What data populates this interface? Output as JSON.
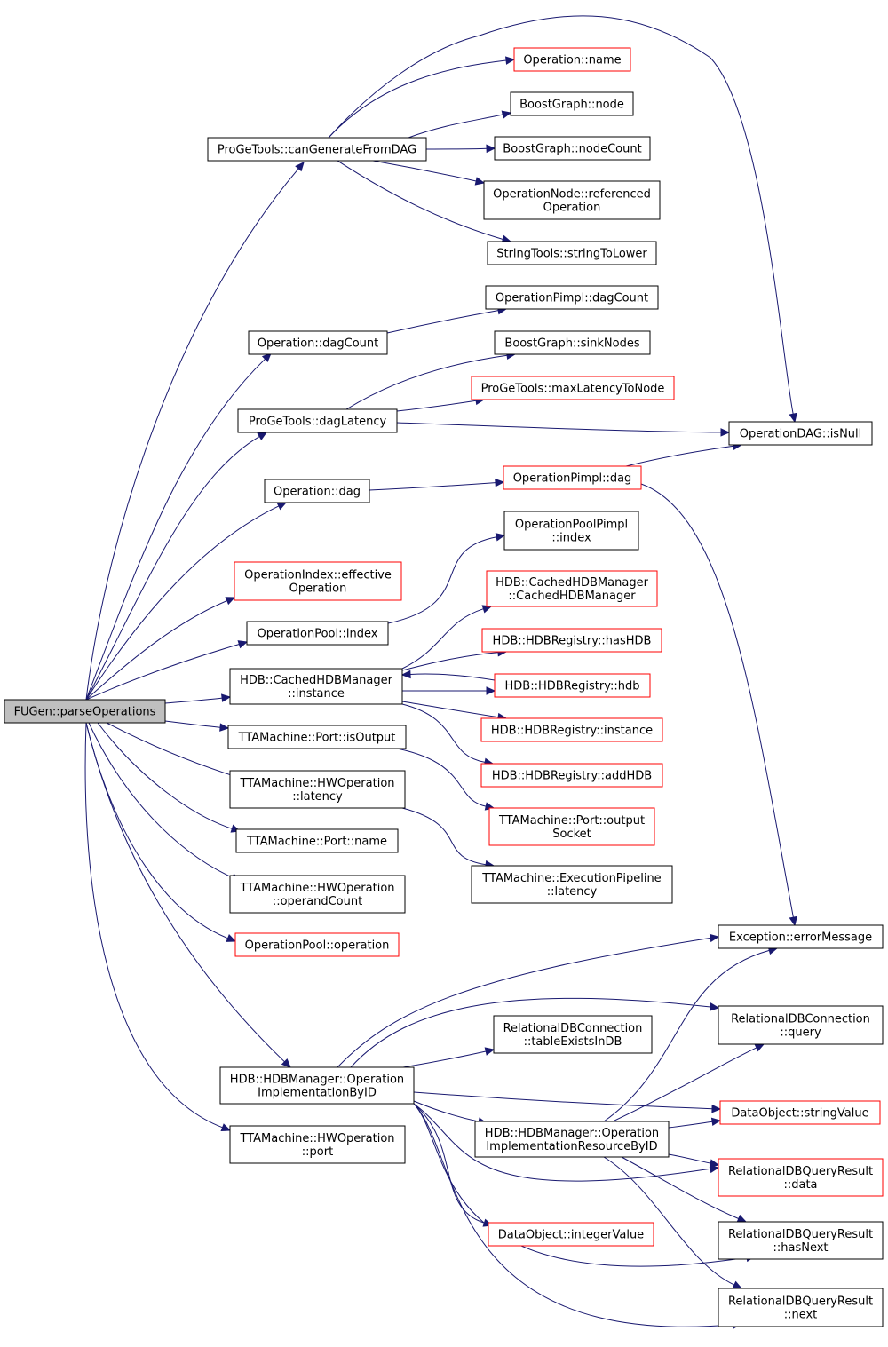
{
  "graph": {
    "edge_color": "#191970",
    "node_border_default": "#000000",
    "node_border_truncated": "#ff0000",
    "root_fill": "#bfbfbf",
    "nodes": [
      {
        "id": "fugen",
        "lines": [
          "FUGen::parseOperations"
        ],
        "style": "root"
      },
      {
        "id": "pgt_cangen",
        "lines": [
          "ProGeTools::canGenerateFromDAG"
        ],
        "style": "normal"
      },
      {
        "id": "op_name",
        "lines": [
          "Operation::name"
        ],
        "style": "red"
      },
      {
        "id": "bg_node",
        "lines": [
          "BoostGraph::node"
        ],
        "style": "normal"
      },
      {
        "id": "bg_nodecount",
        "lines": [
          "BoostGraph::nodeCount"
        ],
        "style": "normal"
      },
      {
        "id": "opnode_ref",
        "lines": [
          "OperationNode::referenced",
          "Operation"
        ],
        "style": "normal"
      },
      {
        "id": "str_lower",
        "lines": [
          "StringTools::stringToLower"
        ],
        "style": "normal"
      },
      {
        "id": "opimpl_dagcount",
        "lines": [
          "OperationPimpl::dagCount"
        ],
        "style": "normal"
      },
      {
        "id": "op_dagcount",
        "lines": [
          "Operation::dagCount"
        ],
        "style": "normal"
      },
      {
        "id": "bg_sink",
        "lines": [
          "BoostGraph::sinkNodes"
        ],
        "style": "normal"
      },
      {
        "id": "pgt_maxlat",
        "lines": [
          "ProGeTools::maxLatencyToNode"
        ],
        "style": "red"
      },
      {
        "id": "pgt_daglat",
        "lines": [
          "ProGeTools::dagLatency"
        ],
        "style": "normal"
      },
      {
        "id": "opdag_isnull",
        "lines": [
          "OperationDAG::isNull"
        ],
        "style": "normal"
      },
      {
        "id": "op_dag",
        "lines": [
          "Operation::dag"
        ],
        "style": "normal"
      },
      {
        "id": "opimpl_dag",
        "lines": [
          "OperationPimpl::dag"
        ],
        "style": "red"
      },
      {
        "id": "oppoolimpl_index",
        "lines": [
          "OperationPoolPimpl",
          "::index"
        ],
        "style": "normal"
      },
      {
        "id": "opindex_eff",
        "lines": [
          "OperationIndex::effective",
          "Operation"
        ],
        "style": "red"
      },
      {
        "id": "chdb_ctor",
        "lines": [
          "HDB::CachedHDBManager",
          "::CachedHDBManager"
        ],
        "style": "red"
      },
      {
        "id": "oppool_index",
        "lines": [
          "OperationPool::index"
        ],
        "style": "normal"
      },
      {
        "id": "reg_hashdb",
        "lines": [
          "HDB::HDBRegistry::hasHDB"
        ],
        "style": "red"
      },
      {
        "id": "chdb_inst",
        "lines": [
          "HDB::CachedHDBManager",
          "::instance"
        ],
        "style": "normal"
      },
      {
        "id": "reg_hdb",
        "lines": [
          "HDB::HDBRegistry::hdb"
        ],
        "style": "red"
      },
      {
        "id": "reg_inst",
        "lines": [
          "HDB::HDBRegistry::instance"
        ],
        "style": "red"
      },
      {
        "id": "port_isout",
        "lines": [
          "TTAMachine::Port::isOutput"
        ],
        "style": "normal"
      },
      {
        "id": "reg_addhdb",
        "lines": [
          "HDB::HDBRegistry::addHDB"
        ],
        "style": "red"
      },
      {
        "id": "hwop_lat",
        "lines": [
          "TTAMachine::HWOperation",
          "::latency"
        ],
        "style": "normal"
      },
      {
        "id": "port_outsock",
        "lines": [
          "TTAMachine::Port::output",
          "Socket"
        ],
        "style": "red"
      },
      {
        "id": "port_name",
        "lines": [
          "TTAMachine::Port::name"
        ],
        "style": "normal"
      },
      {
        "id": "exe_lat",
        "lines": [
          "TTAMachine::ExecutionPipeline",
          "::latency"
        ],
        "style": "normal"
      },
      {
        "id": "hwop_opcount",
        "lines": [
          "TTAMachine::HWOperation",
          "::operandCount"
        ],
        "style": "normal"
      },
      {
        "id": "exc_err",
        "lines": [
          "Exception::errorMessage"
        ],
        "style": "normal"
      },
      {
        "id": "oppool_op",
        "lines": [
          "OperationPool::operation"
        ],
        "style": "red"
      },
      {
        "id": "rdb_query",
        "lines": [
          "RelationalDBConnection",
          "::query"
        ],
        "style": "normal"
      },
      {
        "id": "rdb_table",
        "lines": [
          "RelationalDBConnection",
          "::tableExistsInDB"
        ],
        "style": "normal"
      },
      {
        "id": "hdbm_opimpl",
        "lines": [
          "HDB::HDBManager::Operation",
          "ImplementationByID"
        ],
        "style": "normal"
      },
      {
        "id": "dobj_str",
        "lines": [
          "DataObject::stringValue"
        ],
        "style": "red"
      },
      {
        "id": "hdbm_opimplres",
        "lines": [
          "HDB::HDBManager::Operation",
          "ImplementationResourceByID"
        ],
        "style": "normal"
      },
      {
        "id": "hwop_port",
        "lines": [
          "TTAMachine::HWOperation",
          "::port"
        ],
        "style": "normal"
      },
      {
        "id": "rqr_data",
        "lines": [
          "RelationalDBQueryResult",
          "::data"
        ],
        "style": "red"
      },
      {
        "id": "dobj_int",
        "lines": [
          "DataObject::integerValue"
        ],
        "style": "red"
      },
      {
        "id": "rqr_hasnext",
        "lines": [
          "RelationalDBQueryResult",
          "::hasNext"
        ],
        "style": "normal"
      },
      {
        "id": "rqr_next",
        "lines": [
          "RelationalDBQueryResult",
          "::next"
        ],
        "style": "normal"
      }
    ],
    "edges": [
      {
        "from": "fugen",
        "to": "pgt_cangen"
      },
      {
        "from": "fugen",
        "to": "op_dagcount"
      },
      {
        "from": "fugen",
        "to": "pgt_daglat"
      },
      {
        "from": "fugen",
        "to": "op_dag"
      },
      {
        "from": "fugen",
        "to": "opindex_eff"
      },
      {
        "from": "fugen",
        "to": "oppool_index"
      },
      {
        "from": "fugen",
        "to": "chdb_inst"
      },
      {
        "from": "fugen",
        "to": "port_isout"
      },
      {
        "from": "fugen",
        "to": "hwop_lat"
      },
      {
        "from": "fugen",
        "to": "port_name"
      },
      {
        "from": "fugen",
        "to": "hwop_opcount"
      },
      {
        "from": "fugen",
        "to": "oppool_op"
      },
      {
        "from": "fugen",
        "to": "hdbm_opimpl"
      },
      {
        "from": "fugen",
        "to": "hwop_port"
      },
      {
        "from": "pgt_cangen",
        "to": "op_name"
      },
      {
        "from": "pgt_cangen",
        "to": "bg_node"
      },
      {
        "from": "pgt_cangen",
        "to": "bg_nodecount"
      },
      {
        "from": "pgt_cangen",
        "to": "opnode_ref"
      },
      {
        "from": "pgt_cangen",
        "to": "str_lower"
      },
      {
        "from": "pgt_cangen",
        "to": "opdag_isnull"
      },
      {
        "from": "op_dagcount",
        "to": "opimpl_dagcount"
      },
      {
        "from": "pgt_daglat",
        "to": "bg_sink"
      },
      {
        "from": "pgt_daglat",
        "to": "pgt_maxlat"
      },
      {
        "from": "pgt_daglat",
        "to": "opdag_isnull"
      },
      {
        "from": "op_dag",
        "to": "opimpl_dag"
      },
      {
        "from": "opimpl_dag",
        "to": "opdag_isnull"
      },
      {
        "from": "opimpl_dag",
        "to": "exc_err"
      },
      {
        "from": "oppool_index",
        "to": "oppoolimpl_index"
      },
      {
        "from": "chdb_inst",
        "to": "chdb_ctor"
      },
      {
        "from": "chdb_inst",
        "to": "reg_hashdb"
      },
      {
        "from": "chdb_inst",
        "to": "reg_hdb"
      },
      {
        "from": "reg_hdb",
        "to": "chdb_inst"
      },
      {
        "from": "chdb_inst",
        "to": "reg_inst"
      },
      {
        "from": "chdb_inst",
        "to": "reg_addhdb"
      },
      {
        "from": "port_isout",
        "to": "port_outsock"
      },
      {
        "from": "hwop_lat",
        "to": "exe_lat"
      },
      {
        "from": "hdbm_opimpl",
        "to": "exc_err"
      },
      {
        "from": "hdbm_opimpl",
        "to": "rdb_query"
      },
      {
        "from": "hdbm_opimpl",
        "to": "rdb_table"
      },
      {
        "from": "hdbm_opimpl",
        "to": "dobj_str"
      },
      {
        "from": "hdbm_opimpl",
        "to": "hdbm_opimplres"
      },
      {
        "from": "hdbm_opimpl",
        "to": "rqr_data"
      },
      {
        "from": "hdbm_opimpl",
        "to": "dobj_int"
      },
      {
        "from": "hdbm_opimpl",
        "to": "rqr_hasnext"
      },
      {
        "from": "hdbm_opimpl",
        "to": "rqr_next"
      },
      {
        "from": "hdbm_opimplres",
        "to": "exc_err"
      },
      {
        "from": "hdbm_opimplres",
        "to": "rdb_query"
      },
      {
        "from": "hdbm_opimplres",
        "to": "dobj_str"
      },
      {
        "from": "hdbm_opimplres",
        "to": "rqr_data"
      },
      {
        "from": "hdbm_opimplres",
        "to": "rqr_hasnext"
      },
      {
        "from": "hdbm_opimplres",
        "to": "rqr_next"
      }
    ]
  }
}
